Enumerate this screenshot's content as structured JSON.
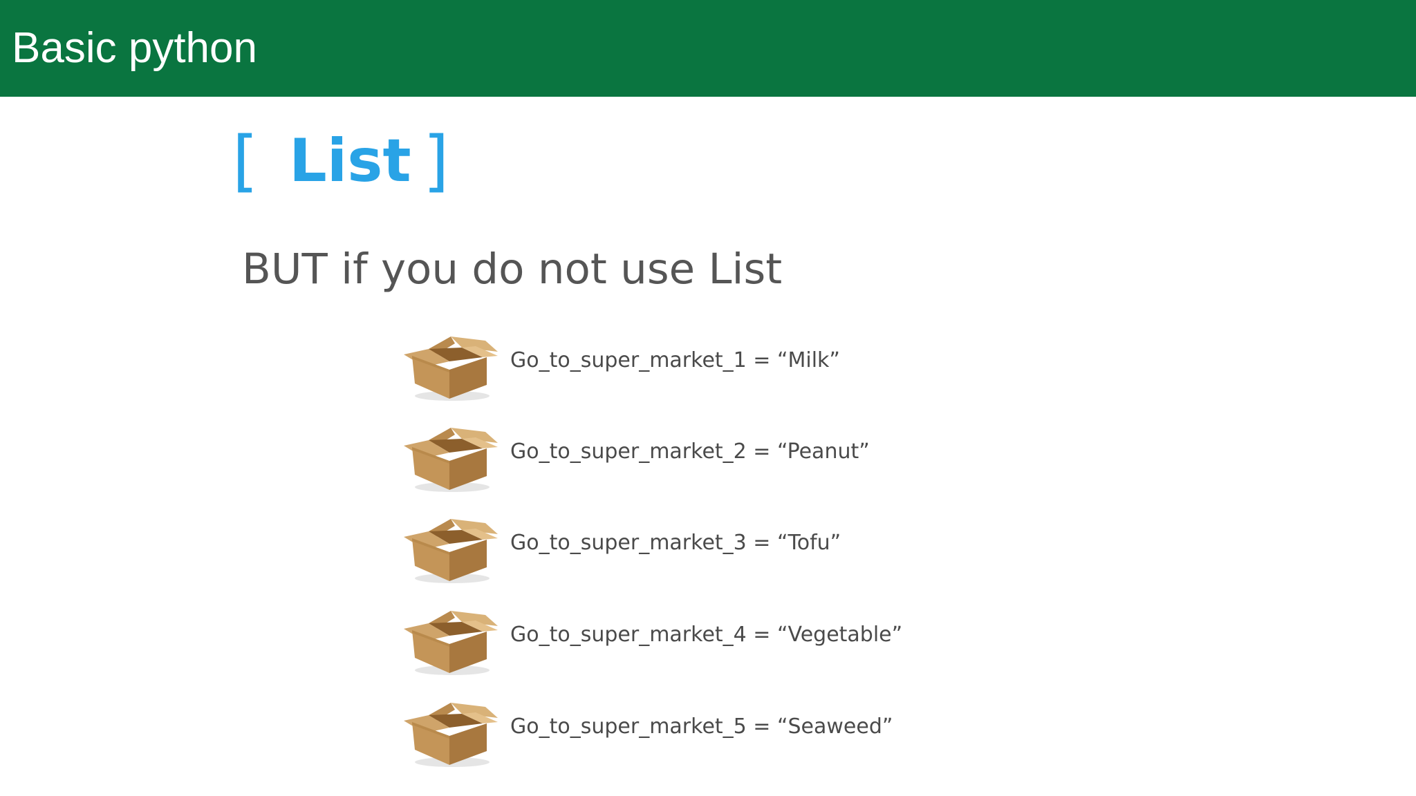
{
  "header": {
    "title": "Basic python",
    "bg_color": "#0a7540"
  },
  "heading": {
    "open_bracket": "[",
    "word": "List",
    "close_bracket": "]",
    "color": "#29a3e6"
  },
  "subtitle": "BUT if you do not use List",
  "variables": [
    {
      "icon": "cardboard-box-icon",
      "text": "Go_to_super_market_1 = “Milk”"
    },
    {
      "icon": "cardboard-box-icon",
      "text": "Go_to_super_market_2  = “Peanut”"
    },
    {
      "icon": "cardboard-box-icon",
      "text": "Go_to_super_market_3 = “Tofu”"
    },
    {
      "icon": "cardboard-box-icon",
      "text": "Go_to_super_market_4 = “Vegetable”"
    },
    {
      "icon": "cardboard-box-icon",
      "text": "Go_to_super_market_5 = “Seaweed”"
    }
  ]
}
